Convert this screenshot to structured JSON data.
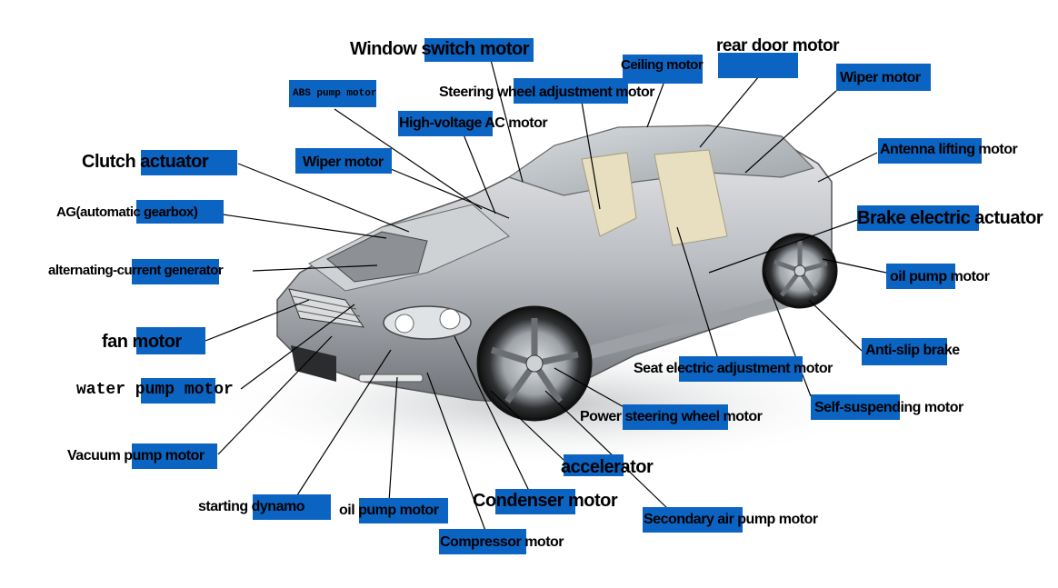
{
  "diagram": {
    "background": "#ffffff",
    "highlight_color": "#0b63c2",
    "subject": "car-body-cutaway",
    "labels": [
      {
        "id": "window-switch-motor",
        "text": "Window switch motor"
      },
      {
        "id": "rear-door-motor",
        "text": "rear door motor"
      },
      {
        "id": "ceiling-motor",
        "text": "Ceiling motor"
      },
      {
        "id": "wiper-motor-top",
        "text": "Wiper motor"
      },
      {
        "id": "abs-pump-motor",
        "text": "ABS pump motor"
      },
      {
        "id": "steering-wheel-adjustment-motor",
        "text": "Steering wheel adjustment motor"
      },
      {
        "id": "high-voltage-ac-motor",
        "text": "High-voltage AC motor"
      },
      {
        "id": "clutch-actuator",
        "text": "Clutch actuator"
      },
      {
        "id": "wiper-motor-front",
        "text": "Wiper motor"
      },
      {
        "id": "antenna-lifting-motor",
        "text": "Antenna lifting motor"
      },
      {
        "id": "ag-automatic-gearbox",
        "text": "AG(automatic gearbox)"
      },
      {
        "id": "brake-electric-actuator",
        "text": "Brake electric actuator"
      },
      {
        "id": "alternating-current-generator",
        "text": "alternating-current generator"
      },
      {
        "id": "oil-pump-motor-right",
        "text": "oil pump motor"
      },
      {
        "id": "fan-motor",
        "text": "fan motor"
      },
      {
        "id": "anti-slip-brake",
        "text": "Anti-slip brake"
      },
      {
        "id": "water-pump-motor",
        "text": "water pump motor"
      },
      {
        "id": "seat-electric-adjustment-motor",
        "text": "Seat electric adjustment motor"
      },
      {
        "id": "self-suspending-motor",
        "text": "Self-suspending motor"
      },
      {
        "id": "power-steering-wheel-motor",
        "text": "Power steering wheel motor"
      },
      {
        "id": "vacuum-pump-motor",
        "text": "Vacuum pump motor"
      },
      {
        "id": "accelerator",
        "text": "accelerator"
      },
      {
        "id": "starting-dynamo",
        "text": "starting dynamo"
      },
      {
        "id": "oil-pump-motor-bottom",
        "text": "oil pump motor"
      },
      {
        "id": "condenser-motor",
        "text": "Condenser motor"
      },
      {
        "id": "secondary-air-pump-motor",
        "text": "Secondary air pump motor"
      },
      {
        "id": "compressor-motor",
        "text": "Compressor motor"
      }
    ]
  }
}
